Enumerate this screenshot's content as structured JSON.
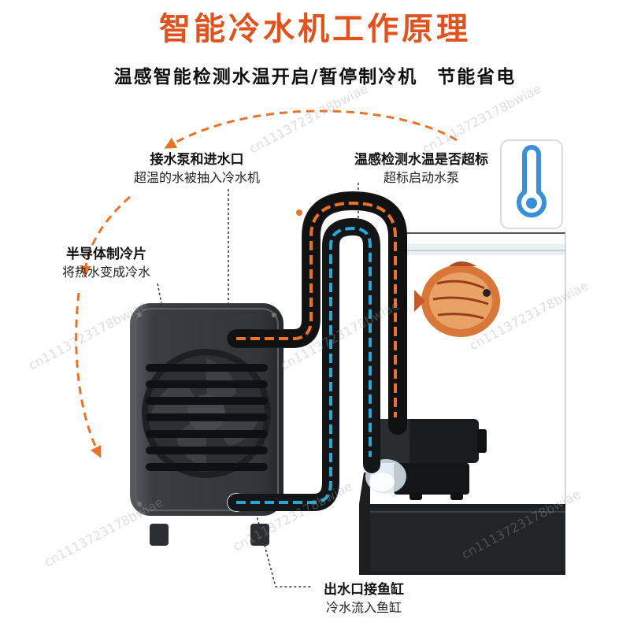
{
  "title": "智能冷水机工作原理",
  "subtitle": "温感智能检测水温开启/暂停制冷机　节能省电",
  "labels": {
    "inlet": {
      "heading": "接水泵和进水口",
      "desc": "超温的水被抽入冷水机"
    },
    "sensor": {
      "heading": "温感检测水温是否超标",
      "desc": "超标启动水泵"
    },
    "cooling_plate": {
      "heading": "半导体制冷片",
      "desc": "将热水变成冷水"
    },
    "outlet": {
      "heading": "出水口接鱼缸",
      "desc": "冷水流入鱼缸"
    }
  },
  "watermark": "cn1113723178bwiae",
  "colors": {
    "title": "#e0531e",
    "hot_water": "#e8742a",
    "cold_water": "#2aa6d6",
    "arrow": "#e8742a",
    "thermometer": "#3a8fd9",
    "chiller_body": "#3a3d42",
    "tank": "#1c1e20"
  },
  "icons": [
    "thermometer-icon",
    "fan-icon",
    "fish-icon",
    "water-pump-icon"
  ]
}
